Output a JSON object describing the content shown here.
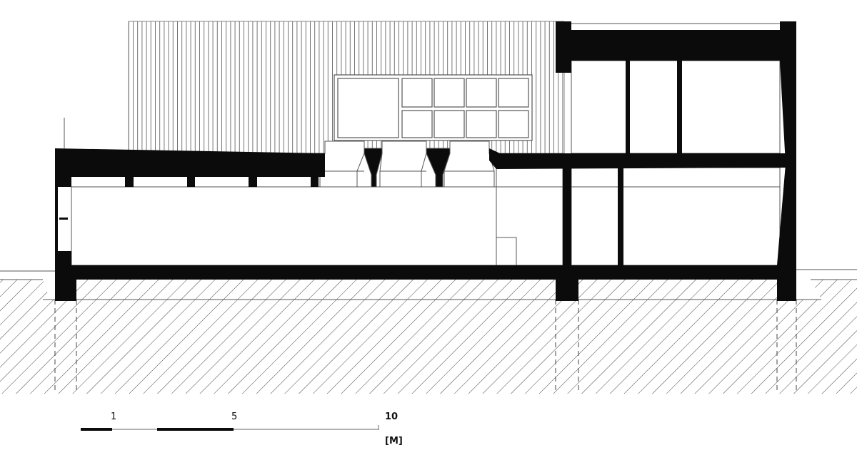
{
  "drawing": {
    "type": "building-section",
    "colors": {
      "ink": "#0b0b0b",
      "line": "#555555",
      "background": "#ffffff"
    }
  },
  "scale_bar": {
    "labels": {
      "one": "1",
      "five": "5",
      "ten": "10"
    },
    "unit": "[M]"
  }
}
